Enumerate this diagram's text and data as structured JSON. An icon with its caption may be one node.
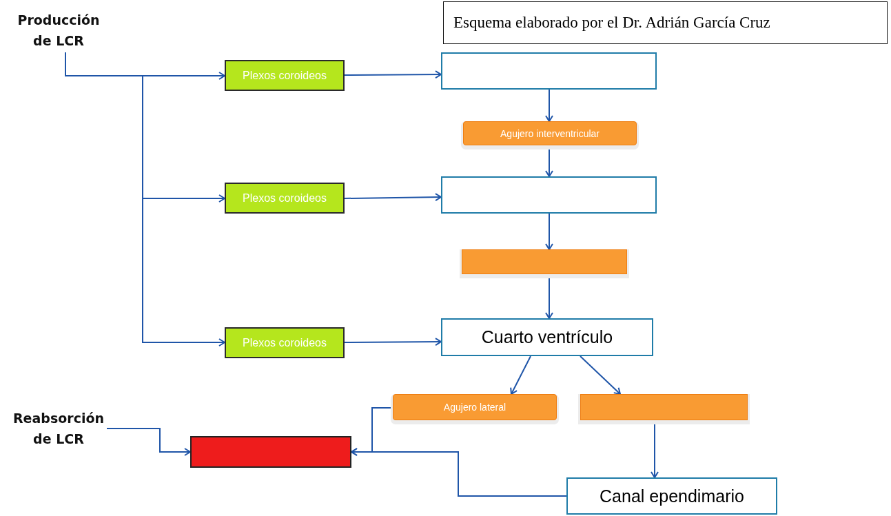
{
  "diagram": {
    "nodes": [
      {
        "text": [
          "Producción de LCR"
        ]
      },
      {
        "text": [
          "Esquema elaborado por el Dr. Adrián García Cruz"
        ]
      },
      {
        "text": [
          "Plexos coroideos"
        ]
      },
      {
        "text": [],
        "shape": "box"
      },
      {
        "text": [
          "Agujero interventricular"
        ]
      },
      {
        "text": [
          "Plexos coroideos"
        ]
      },
      {
        "text": [],
        "shape": "box"
      },
      {
        "text": [],
        "shape": "box"
      },
      {
        "text": [
          "Plexos coroideos"
        ]
      },
      {
        "text": [
          "Cuarto ventrículo"
        ]
      },
      {
        "text": [
          "Agujero lateral"
        ]
      },
      {
        "text": [],
        "shape": "box"
      },
      {
        "text": [
          "Reabsorción de LCR"
        ]
      },
      {
        "text": [],
        "shape": "box"
      },
      {
        "text": [
          "Canal ependimario"
        ]
      }
    ],
    "edges": [
      {
        "from": 0,
        "to": 2,
        "arrow": "to"
      },
      {
        "from": 0,
        "to": 5,
        "arrow": "to"
      },
      {
        "from": 0,
        "to": 8,
        "arrow": "to"
      },
      {
        "from": 2,
        "to": 3,
        "arrow": "to"
      },
      {
        "from": 3,
        "to": 4,
        "arrow": "to"
      },
      {
        "from": 4,
        "to": 6,
        "arrow": "to"
      },
      {
        "from": 5,
        "to": 6,
        "arrow": "to"
      },
      {
        "from": 6,
        "to": 7,
        "arrow": "to"
      },
      {
        "from": 7,
        "to": 9,
        "arrow": "to"
      },
      {
        "from": 8,
        "to": 9,
        "arrow": "to"
      },
      {
        "from": 9,
        "to": 10,
        "arrow": "to"
      },
      {
        "from": 9,
        "to": 11,
        "arrow": "to"
      },
      {
        "from": 11,
        "to": 14,
        "arrow": "to"
      },
      {
        "from": 10,
        "to": 13,
        "arrow": "to"
      },
      {
        "from": 14,
        "to": 13,
        "arrow": "to"
      },
      {
        "from": 12,
        "to": 13,
        "arrow": "to"
      }
    ]
  }
}
